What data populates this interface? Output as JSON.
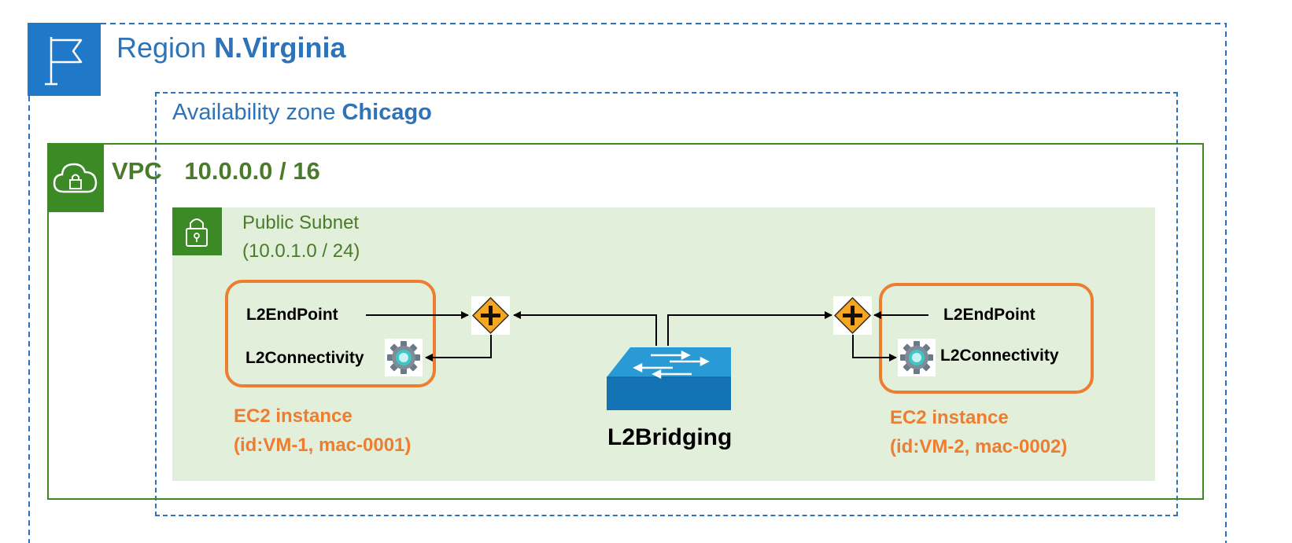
{
  "region": {
    "label": "Region",
    "name": "N.Virginia",
    "icon": "flag-icon"
  },
  "availability_zone": {
    "label": "Availability zone",
    "name": "Chicago"
  },
  "vpc": {
    "label": "VPC",
    "cidr": "10.0.0.0 / 16",
    "icon": "cloud-lock-icon"
  },
  "subnet": {
    "label": "Public Subnet",
    "cidr": "(10.0.1.0 / 24)",
    "icon": "padlock-icon"
  },
  "instance_left": {
    "endpoint": "L2EndPoint",
    "connectivity": "L2Connectivity",
    "title": "EC2 instance",
    "id": "(id:VM-1, mac-0001)"
  },
  "instance_right": {
    "endpoint": "L2EndPoint",
    "connectivity": "L2Connectivity",
    "title": "EC2 instance",
    "id": "(id:VM-2, mac-0002)"
  },
  "bridge": {
    "label": "L2Bridging",
    "icon": "network-switch-icon"
  },
  "colors": {
    "region_blue": "#2e73b8",
    "vpc_green": "#3f8624",
    "vpc_text": "#4a7b2a",
    "subnet_fill": "#e2efda",
    "instance_orange": "#ed7d31",
    "junction_orange": "#f5a623",
    "switch_blue": "#1a7fc1"
  }
}
